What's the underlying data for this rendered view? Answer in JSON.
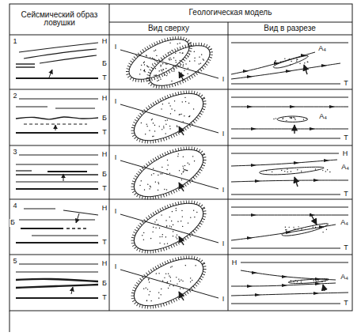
{
  "diagram": {
    "labels": [
      "Сейсмический образ ловушки",
      "Геологическая модель",
      "Вид сверху",
      "Вид в разрезе",
      "1",
      "Н",
      "Б",
      "Т",
      "I",
      "I",
      "A₄",
      "Т",
      "2",
      "Н",
      "Б",
      "Т",
      "I",
      "I",
      "A₄",
      "Т",
      "3",
      "Н",
      "Б",
      "Т",
      "I",
      "I",
      "Н",
      "A₄",
      "Т",
      "4",
      "Н",
      "Б",
      "Т",
      "I",
      "I",
      "A₄",
      "Т",
      "5",
      "Н",
      "Б",
      "Т",
      "I",
      "I",
      "Н",
      "A₄",
      "Т"
    ]
  }
}
